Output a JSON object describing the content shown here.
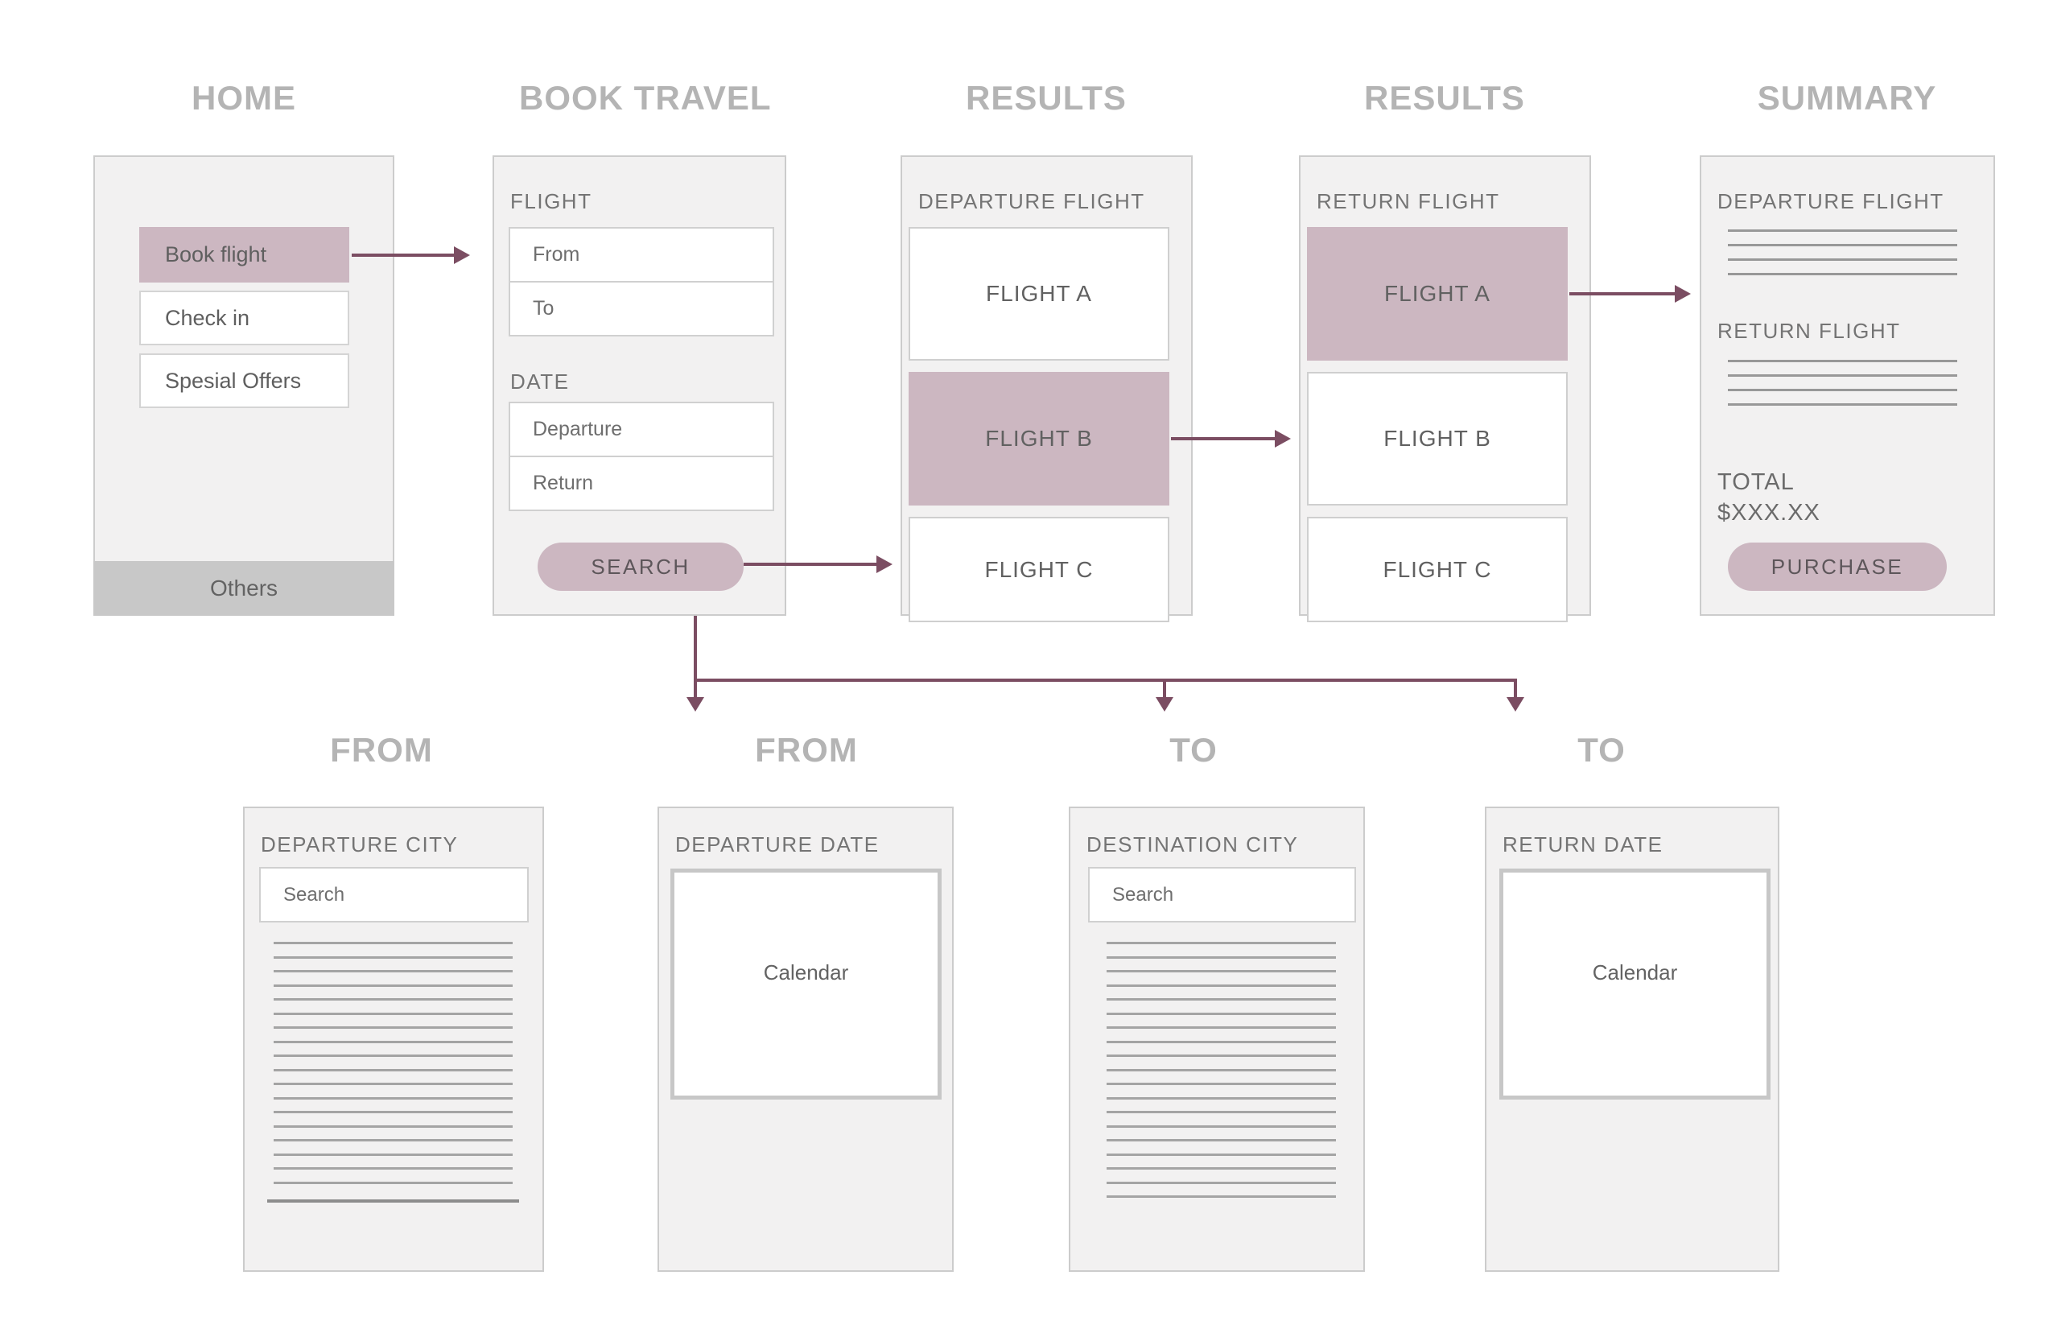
{
  "palette": {
    "accent_pink": "#ccb7c1",
    "arrow_plum": "#7b4d62",
    "panel_bg": "#f2f1f1",
    "panel_border": "#cccccc",
    "others_bar_gray": "#c8c8c8",
    "flow_title_gray": "#b4b4b4",
    "placeholder_line_gray": "#a4a4a4"
  },
  "screens": {
    "home": {
      "title": "HOME",
      "menu_labels": [
        "Book flight",
        "Check in",
        "Spesial Offers"
      ],
      "selected_index": 0,
      "footer_label": "Others"
    },
    "book_travel": {
      "title": "BOOK TRAVEL",
      "flight_section_label": "FLIGHT",
      "flight_fields": [
        "From",
        "To"
      ],
      "date_section_label": "DATE",
      "date_fields": [
        "Departure",
        "Return"
      ],
      "search_button_label": "SEARCH"
    },
    "results_departure": {
      "title": "RESULTS",
      "heading": "DEPARTURE FLIGHT",
      "flights": [
        "FLIGHT A",
        "FLIGHT B",
        "FLIGHT C"
      ],
      "selected_index": 1
    },
    "results_return": {
      "title": "RESULTS",
      "heading": "RETURN FLIGHT",
      "flights": [
        "FLIGHT A",
        "FLIGHT B",
        "FLIGHT C"
      ],
      "selected_index": 0
    },
    "summary": {
      "title": "SUMMARY",
      "departure_heading": "DEPARTURE FLIGHT",
      "return_heading": "RETURN FLIGHT",
      "total_label": "TOTAL",
      "total_value": "$XXX.XX",
      "purchase_button_label": "PURCHASE"
    },
    "departure_city": {
      "title": "FROM",
      "heading": "DEPARTURE CITY",
      "search_placeholder": "Search"
    },
    "departure_date": {
      "title": "FROM",
      "heading": "DEPARTURE DATE",
      "calendar_label": "Calendar"
    },
    "destination_city": {
      "title": "TO",
      "heading": "DESTINATION CITY",
      "search_placeholder": "Search"
    },
    "return_date": {
      "title": "TO",
      "heading": "RETURN DATE",
      "calendar_label": "Calendar"
    }
  }
}
